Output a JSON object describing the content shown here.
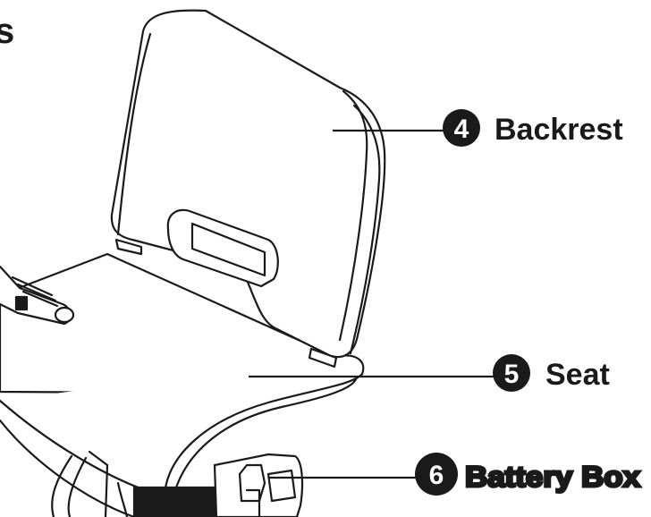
{
  "corner_fragment": "s",
  "callouts": [
    {
      "id": "backrest",
      "number": "4",
      "label": "Backrest"
    },
    {
      "id": "seat",
      "number": "5",
      "label": "Seat"
    },
    {
      "id": "battery-box",
      "number": "6",
      "label": "Battery Box"
    }
  ],
  "colors": {
    "line": "#1a1a1a",
    "fill": "#ffffff"
  }
}
